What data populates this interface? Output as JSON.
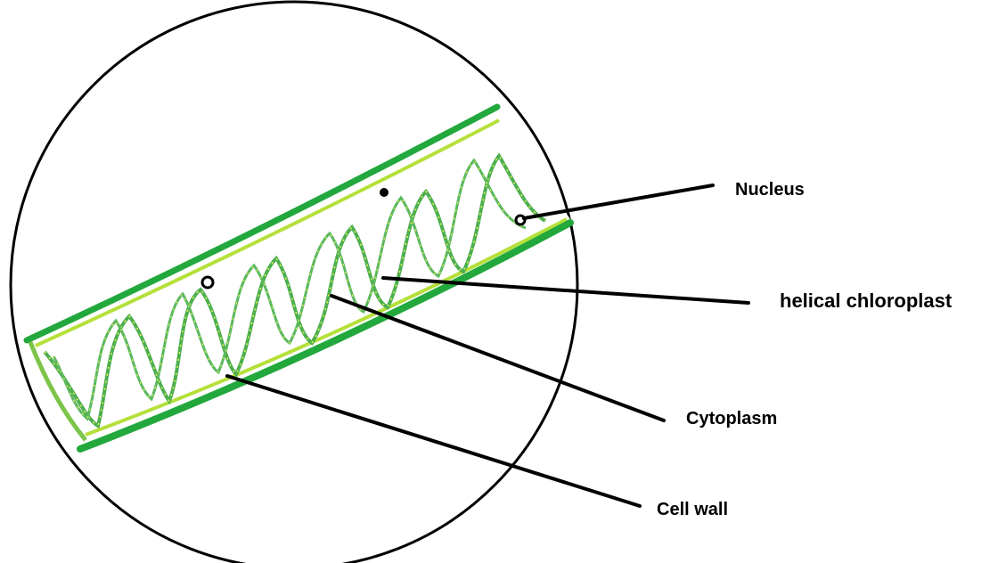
{
  "diagram": {
    "labels": {
      "nucleus": "Nucleus",
      "chloroplast": "helical chloroplast",
      "cytoplasm": "Cytoplasm",
      "cell_wall": "Cell wall"
    }
  },
  "colors": {
    "background": "#ffffff",
    "outline": "#000000",
    "wall_dark": "#1fa33a",
    "wall_light": "#b5e03a",
    "chloroplast_main": "#4caf50",
    "chloroplast_dots": "#e8f25a"
  }
}
